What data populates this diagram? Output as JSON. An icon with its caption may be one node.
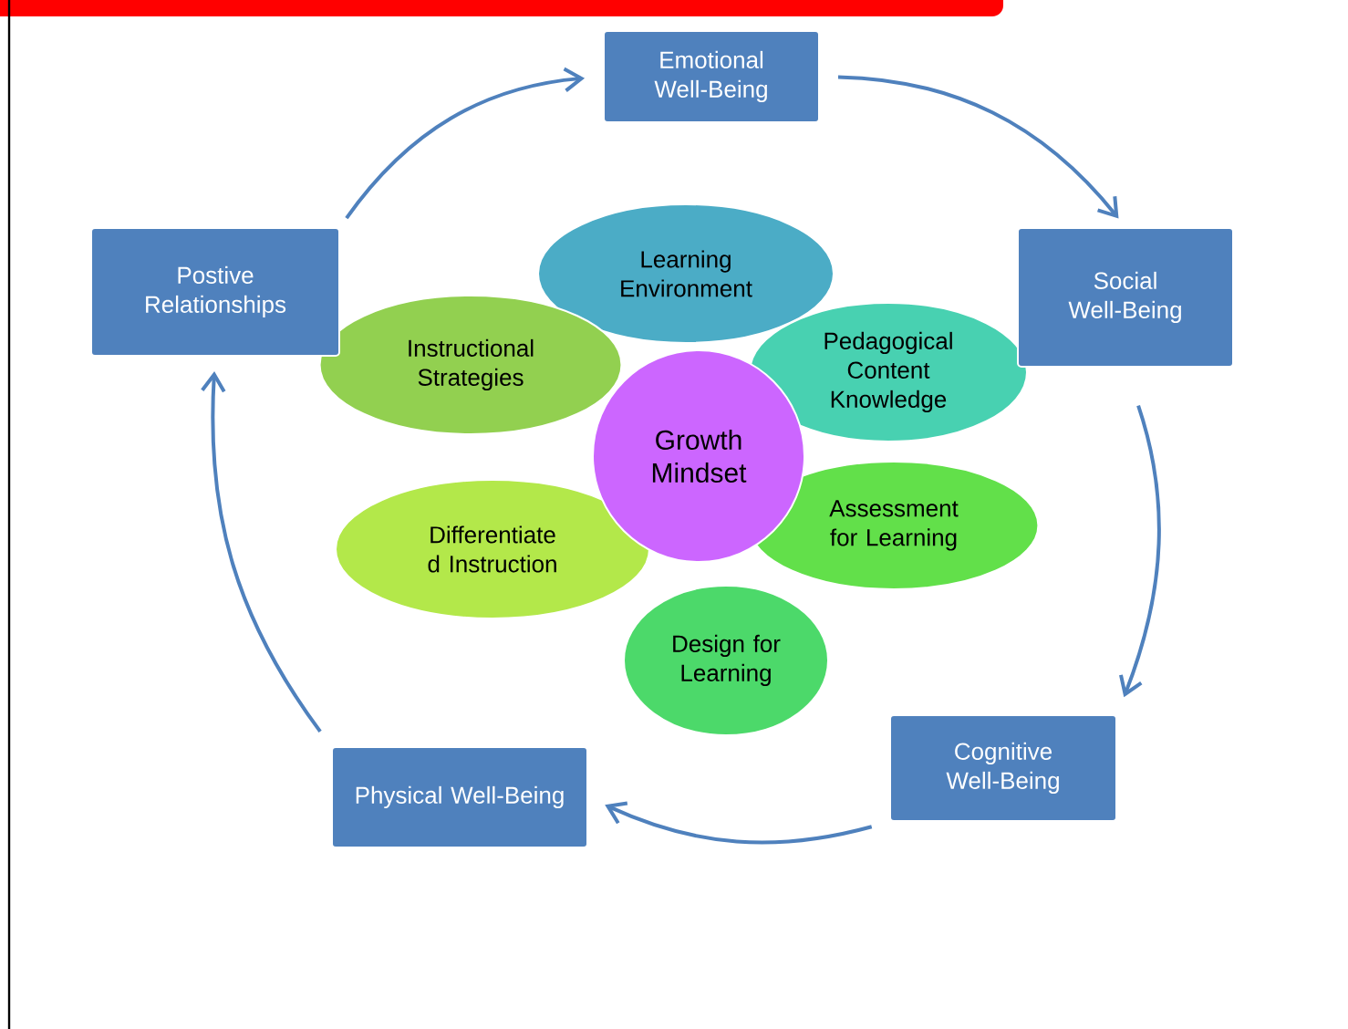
{
  "diagram": {
    "nodes": [
      {
        "text": [
          "Emotional Well-Being"
        ]
      },
      {
        "text": [
          "Social Well-Being"
        ]
      },
      {
        "text": [
          "Cognitive Well-Being"
        ]
      },
      {
        "text": [
          "Physical Well-Being"
        ]
      },
      {
        "text": [
          "Postive Relationships"
        ]
      },
      {
        "text": [
          "Learning Environment"
        ]
      },
      {
        "text": [
          "Pedagogical Content Knowledge"
        ]
      },
      {
        "text": [
          "Assessment for Learning"
        ]
      },
      {
        "text": [
          "Design for Learning"
        ]
      },
      {
        "text": [
          "Differentiate d Instruction"
        ]
      },
      {
        "text": [
          "Instructional Strategies"
        ]
      },
      {
        "text": [
          "Growth Mindset"
        ]
      }
    ],
    "edges": [
      {
        "from": 4,
        "to": 0,
        "arrow": "to"
      },
      {
        "from": 0,
        "to": 1,
        "arrow": "to"
      },
      {
        "from": 1,
        "to": 2,
        "arrow": "to"
      },
      {
        "from": 2,
        "to": 3,
        "arrow": "to"
      },
      {
        "from": 3,
        "to": 4,
        "arrow": "to"
      }
    ]
  }
}
